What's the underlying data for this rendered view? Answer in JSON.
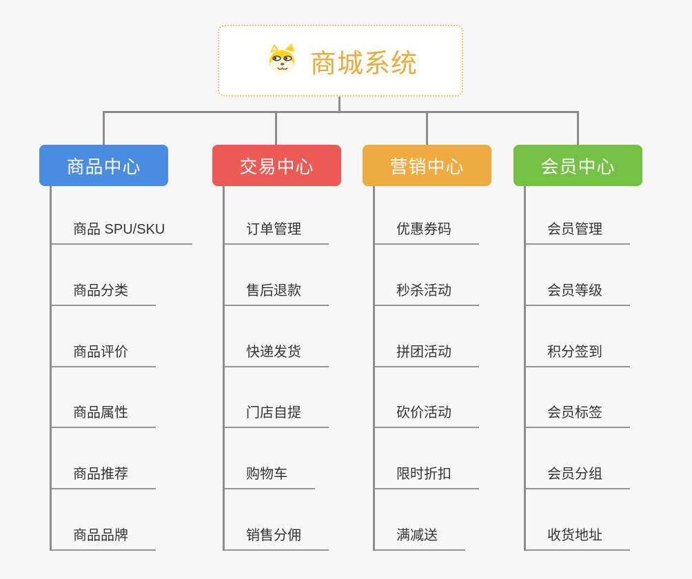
{
  "root": {
    "title": "商城系统",
    "icon": "dog-face-icon",
    "accent_color": "#efa93c",
    "border_color": "#f2c271"
  },
  "style": {
    "background": "#f7f7f7",
    "connector_color": "#8c8c8c",
    "underline_color": "#939393",
    "child_text_color": "#333333"
  },
  "branches": [
    {
      "label": "商品中心",
      "color": "#4a8ce2",
      "children": [
        "商品 SPU/SKU",
        "商品分类",
        "商品评价",
        "商品属性",
        "商品推荐",
        "商品品牌"
      ]
    },
    {
      "label": "交易中心",
      "color": "#ec5a55",
      "children": [
        "订单管理",
        "售后退款",
        "快递发货",
        "门店自提",
        "购物车",
        "销售分佣"
      ]
    },
    {
      "label": "营销中心",
      "color": "#eeab40",
      "children": [
        "优惠券码",
        "秒杀活动",
        "拼团活动",
        "砍价活动",
        "限时折扣",
        "满减送"
      ]
    },
    {
      "label": "会员中心",
      "color": "#74c143",
      "children": [
        "会员管理",
        "会员等级",
        "积分签到",
        "会员标签",
        "会员分组",
        "收货地址"
      ]
    }
  ]
}
